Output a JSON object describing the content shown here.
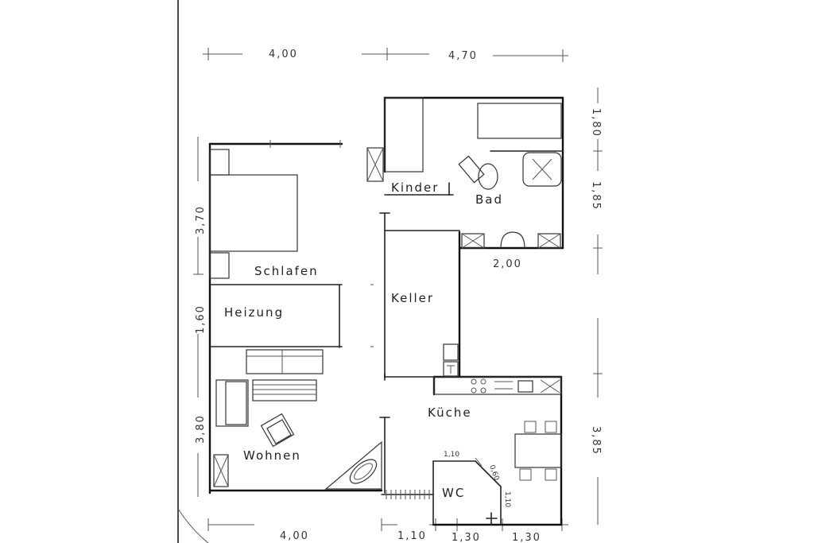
{
  "rooms": {
    "kinder": "Kinder",
    "bad": "Bad",
    "schlafen": "Schlafen",
    "heizung": "Heizung",
    "keller": "Keller",
    "kueche": "Küche",
    "wohnen": "Wohnen",
    "wc": "WC"
  },
  "dimensions": {
    "top_left": "4,00",
    "top_right": "4,70",
    "left_upper": "3,70",
    "left_middle": "1,60",
    "left_lower": "3,80",
    "right_top": "1,80",
    "right_upper": "1,85",
    "right_lower": "3,85",
    "bad_width": "2,00",
    "bottom_left": "4,00",
    "bottom_mid": "1,10",
    "bottom_wc1": "1,30",
    "bottom_wc2": "1,30",
    "wc_top": "1,10",
    "wc_diag": "0,60",
    "wc_side": "1,10"
  }
}
